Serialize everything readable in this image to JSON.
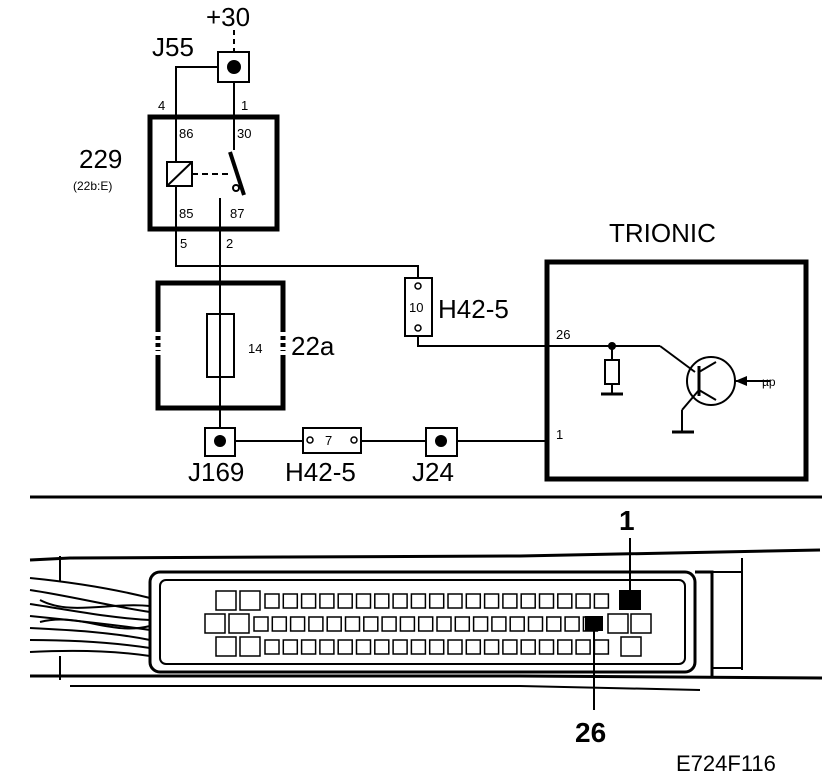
{
  "labels": {
    "supply": "+30",
    "j55": "J55",
    "relay_id": "229",
    "relay_ref": "(22b:E)",
    "pin4": "4",
    "pin1": "1",
    "pin86": "86",
    "pin30": "30",
    "pin85": "85",
    "pin87": "87",
    "pin5": "5",
    "pin2": "2",
    "fuse_num": "14",
    "fuse_box": "22a",
    "conn_top_num": "10",
    "conn_top_name": "H42-5",
    "ecu_name": "TRIONIC",
    "ecu_pin26": "26",
    "ecu_pin1": "1",
    "mu_p": "µp",
    "j169": "J169",
    "conn_bot_num": "7",
    "conn_bot_name": "H42-5",
    "j24": "J24",
    "connector_pin1": "1",
    "connector_pin26": "26",
    "figure_id": "E724F116"
  }
}
